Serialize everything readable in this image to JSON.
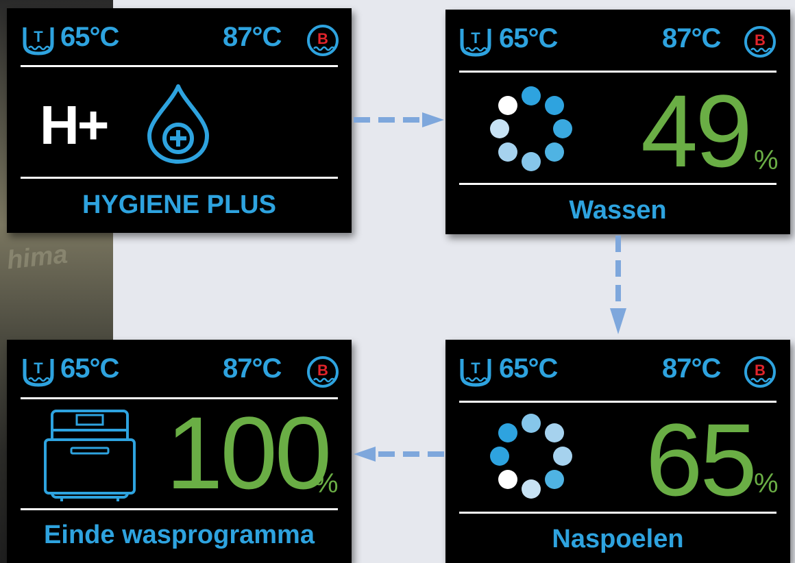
{
  "panels": {
    "hygiene": {
      "temp_tank": "65°C",
      "temp_boiler": "87°C",
      "badge": "H+",
      "label": "HYGIENE PLUS",
      "icon": "water-drop-plus-icon"
    },
    "wassen": {
      "temp_tank": "65°C",
      "temp_boiler": "87°C",
      "progress": "49",
      "progress_value": 49,
      "unit": "%",
      "label": "Wassen",
      "icon": "loading-spinner-icon"
    },
    "naspoelen": {
      "temp_tank": "65°C",
      "temp_boiler": "87°C",
      "progress": "65",
      "progress_value": 65,
      "unit": "%",
      "label": "Naspoelen",
      "icon": "loading-spinner-icon"
    },
    "einde": {
      "temp_tank": "65°C",
      "temp_boiler": "87°C",
      "progress": "100",
      "progress_value": 100,
      "unit": "%",
      "label": "Einde wasprogramma",
      "icon": "dishwasher-icon"
    }
  },
  "icons": {
    "tank_icon": "tank-temperature-icon",
    "tank_letter": "T",
    "boiler_icon": "boiler-temperature-icon",
    "boiler_letter": "B"
  },
  "background_logo": "hima",
  "colors": {
    "accent_blue": "#2ea3df",
    "progress_green": "#6aae45",
    "boiler_red": "#e2242b",
    "arrow_blue": "#7ea7dc"
  }
}
